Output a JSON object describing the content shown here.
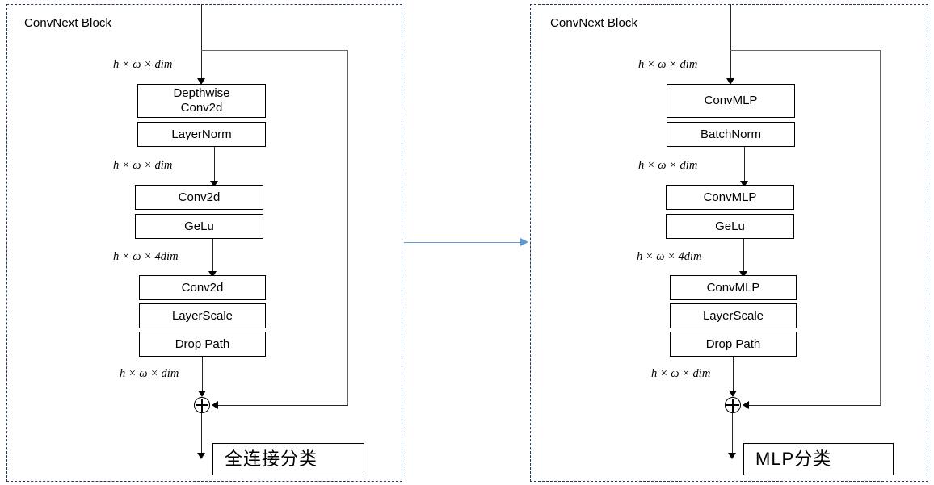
{
  "diagram": {
    "title": "ConvNext Block comparison diagram",
    "colors": {
      "panel_border": "#1f3864",
      "box_border": "#000000",
      "connector": "#262626",
      "residual": "#666666",
      "transition_arrow": "#5b9bd5"
    }
  },
  "left_panel": {
    "title": "ConvNext Block",
    "shape_labels": {
      "input": "h × ω × dim",
      "after_norm": "h × ω × dim",
      "after_gelu": "h × ω × 4dim",
      "after_droppath": "h × ω × dim"
    },
    "blocks": [
      {
        "label": "Depthwise\nConv2d"
      },
      {
        "label": "LayerNorm"
      },
      {
        "label": "Conv2d"
      },
      {
        "label": "GeLu"
      },
      {
        "label": "Conv2d"
      },
      {
        "label": "LayerScale"
      },
      {
        "label": "Drop Path"
      }
    ],
    "merge_symbol": "⊕",
    "classifier": "全连接分类"
  },
  "right_panel": {
    "title": "ConvNext Block",
    "shape_labels": {
      "input": "h × ω × dim",
      "after_norm": "h × ω × dim",
      "after_gelu": "h × ω × 4dim",
      "after_droppath": "h × ω × dim"
    },
    "blocks": [
      {
        "label": "ConvMLP"
      },
      {
        "label": "BatchNorm"
      },
      {
        "label": "ConvMLP"
      },
      {
        "label": "GeLu"
      },
      {
        "label": "ConvMLP"
      },
      {
        "label": "LayerScale"
      },
      {
        "label": "Drop Path"
      }
    ],
    "merge_symbol": "⊕",
    "classifier": "MLP分类"
  }
}
